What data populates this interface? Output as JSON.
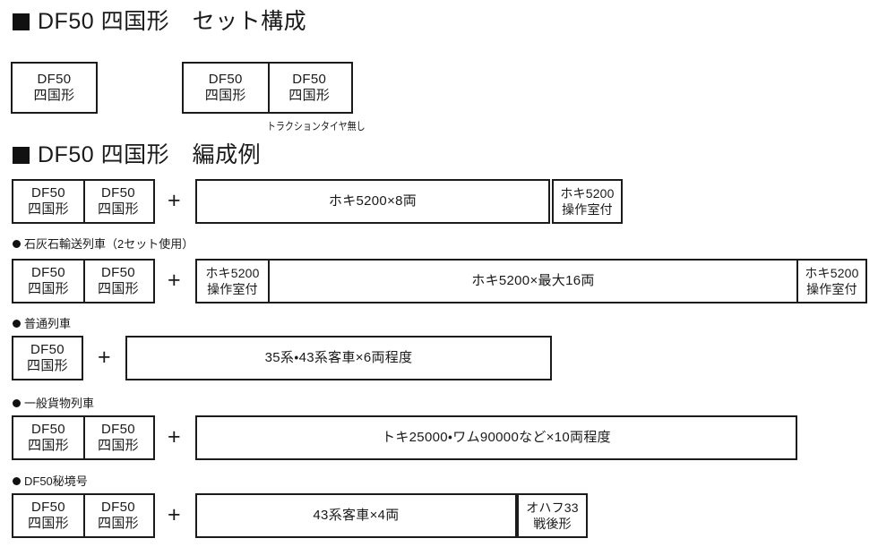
{
  "sections": [
    {
      "id": "set-composition",
      "marker": "square-marker",
      "title": "DF50 四国形　セット構成"
    },
    {
      "id": "formation-examples",
      "marker": "square-marker",
      "title": "DF50 四国形　編成例"
    }
  ],
  "set_composition": {
    "single_set": {
      "cars": [
        {
          "line1": "DF50",
          "line2": "四国形"
        }
      ]
    },
    "double_set": {
      "cars": [
        {
          "line1": "DF50",
          "line2": "四国形"
        },
        {
          "line1": "DF50",
          "line2": "四国形"
        }
      ],
      "note": "トラクションタイヤ無し"
    }
  },
  "formations": [
    {
      "id": "formation-hoki-8",
      "heading": "",
      "locos": [
        {
          "line1": "DF50",
          "line2": "四国形"
        },
        {
          "line1": "DF50",
          "line2": "四国形"
        }
      ],
      "plus": "+",
      "cars": [
        {
          "label": "ホキ5200×8両"
        },
        {
          "line1": "ホキ5200",
          "line2": "操作室付"
        }
      ]
    },
    {
      "id": "formation-limestone",
      "heading": "石灰石輸送列車（2セット使用）",
      "locos": [
        {
          "line1": "DF50",
          "line2": "四国形"
        },
        {
          "line1": "DF50",
          "line2": "四国形"
        }
      ],
      "plus": "+",
      "cars": [
        {
          "line1": "ホキ5200",
          "line2": "操作室付"
        },
        {
          "label": "ホキ5200×最大16両"
        },
        {
          "line1": "ホキ5200",
          "line2": "操作室付"
        }
      ]
    },
    {
      "id": "formation-local",
      "heading": "普通列車",
      "locos": [
        {
          "line1": "DF50",
          "line2": "四国形"
        }
      ],
      "plus": "+",
      "cars": [
        {
          "label": "35系・43系客車×6両程度"
        }
      ]
    },
    {
      "id": "formation-freight",
      "heading": "一般貨物列車",
      "locos": [
        {
          "line1": "DF50",
          "line2": "四国形"
        },
        {
          "line1": "DF50",
          "line2": "四国形"
        }
      ],
      "plus": "+",
      "cars": [
        {
          "label": "トキ25000・ワム90000など×10両程度"
        }
      ]
    },
    {
      "id": "formation-hikyogo",
      "heading": "DF50秘境号",
      "locos": [
        {
          "line1": "DF50",
          "line2": "四国形"
        },
        {
          "line1": "DF50",
          "line2": "四国形"
        }
      ],
      "plus": "+",
      "cars": [
        {
          "label": "43系客車×4両"
        },
        {
          "line1": "オハフ33",
          "line2": "戦後形"
        }
      ]
    }
  ],
  "colors": {
    "ink": "#1b1b1b",
    "paper": "#ffffff"
  }
}
